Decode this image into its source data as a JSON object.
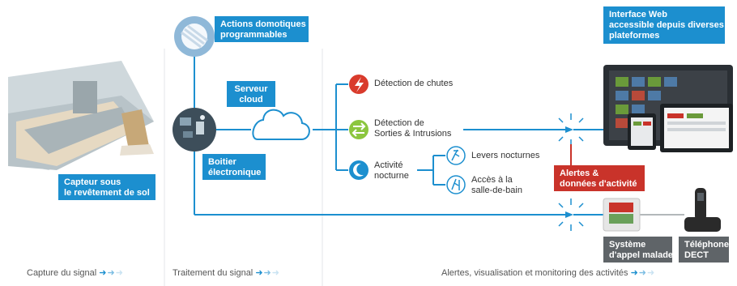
{
  "nodes": {
    "capteur": "Capteur sous\nle revêtement de sol",
    "actions": "Actions domotiques\nprogrammables",
    "serveur": "Serveur\ncloud",
    "boitier": "Boitier\nélectronique",
    "interface": "Interface Web\naccessible depuis diverses\nplateformes",
    "alertes": "Alertes &\ndonnées d'activité",
    "systeme": "Système\nd'appel malade",
    "telephone": "Téléphone\nDECT"
  },
  "features": {
    "chutes": "Détection de chutes",
    "sorties": "Détection de\nSorties & Intrusions",
    "nocturne": "Activité\nnocturne",
    "levers": "Levers nocturnes",
    "acces": "Accès à la\nsalle-de-bain"
  },
  "stages": {
    "capture": "Capture du signal",
    "traitement": "Traitement du signal",
    "alertes": "Alertes, visualisation et monitoring des activités"
  },
  "colors": {
    "accent": "#1c8fcf",
    "alert": "#c9332a",
    "chutes_icon": "#d93b2c",
    "sorties_icon": "#8cc63f",
    "nocturne_icon": "#1c8fcf"
  },
  "icons": {
    "chutes": "lightning-icon",
    "sorties": "exchange-arrows-icon",
    "nocturne": "moon-icon",
    "levers": "person-walking-icon",
    "acces": "person-door-icon",
    "bulb": "light-bulb-icon"
  }
}
